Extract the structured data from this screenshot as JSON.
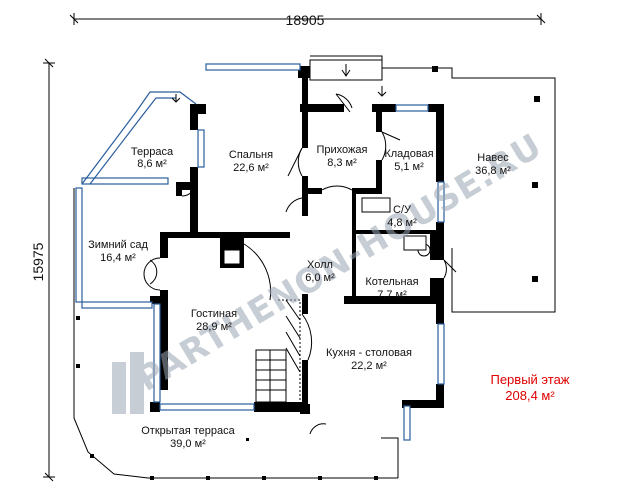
{
  "dimensions": {
    "width_total": "18905",
    "height_total": "15975"
  },
  "rooms": [
    {
      "id": "terrace",
      "name": "Терраса",
      "area": "8,6 м²"
    },
    {
      "id": "bedroom",
      "name": "Спальня",
      "area": "22,6 м²"
    },
    {
      "id": "hallway",
      "name": "Прихожая",
      "area": "8,3 м²"
    },
    {
      "id": "pantry",
      "name": "Кладовая",
      "area": "5,1 м²"
    },
    {
      "id": "canopy",
      "name": "Навес",
      "area": "36,8 м²"
    },
    {
      "id": "wc",
      "name": "С/У",
      "area": "4,8 м²"
    },
    {
      "id": "winter-garden",
      "name": "Зимний сад",
      "area": "16,4 м²"
    },
    {
      "id": "hall",
      "name": "Холл",
      "area": "6,0 м²"
    },
    {
      "id": "boiler",
      "name": "Котельная",
      "area": "7,7 м²"
    },
    {
      "id": "living",
      "name": "Гостиная",
      "area": "28,9 м²"
    },
    {
      "id": "kitchen",
      "name": "Кухня - столовая",
      "area": "22,2 м²"
    },
    {
      "id": "open-terrace",
      "name": "Открытая терраса",
      "area": "39,0 м²"
    }
  ],
  "floor": {
    "title": "Первый этаж",
    "area": "208,4 м²"
  },
  "watermark": "PARTHENON-HOUSE.RU",
  "colors": {
    "wall": "#000000",
    "window": "#2a5d9c",
    "floor_title": "#e00000",
    "watermark": "#9aa6b4"
  }
}
